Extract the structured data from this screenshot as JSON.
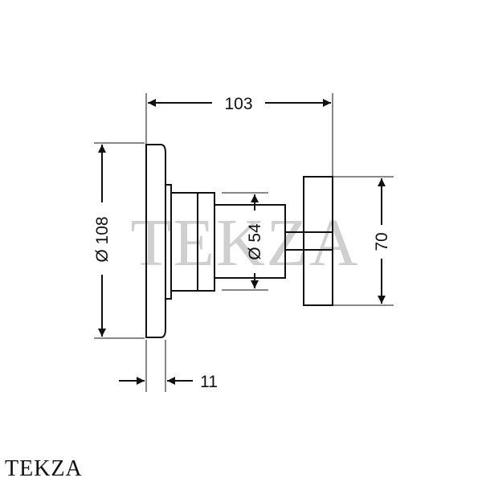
{
  "drawing": {
    "dimensions": {
      "overall_length": "103",
      "flange_diameter": "Ø 108",
      "body_diameter": "Ø 54",
      "handle_height": "70",
      "flange_thickness": "11"
    },
    "watermark": "TEKZA",
    "brand": "TEKZA",
    "line_color": "#111111",
    "watermark_color": "#cfcfcf"
  }
}
